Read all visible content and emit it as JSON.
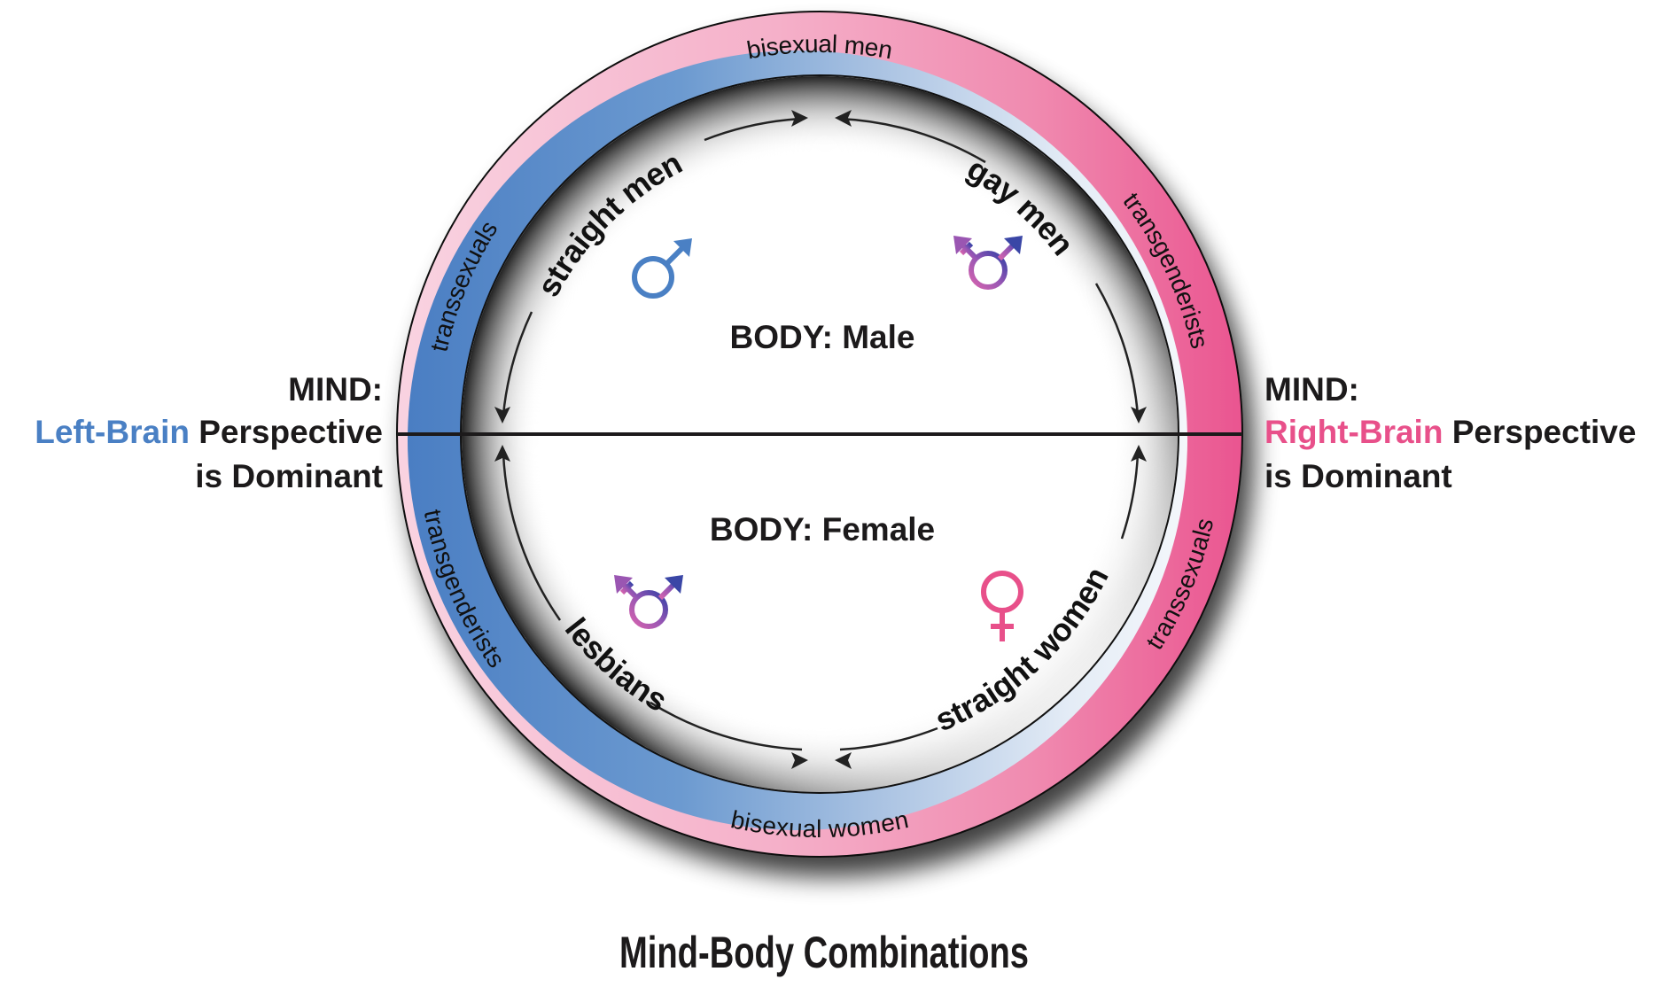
{
  "title": "Mind-Body Combinations",
  "colors": {
    "left_brain": "#4a80c4",
    "right_brain": "#e8508a",
    "male_symbol": "#4a80c4",
    "female_symbol": "#e8508a",
    "trans_symbol_top": "#3a46a6",
    "trans_symbol_bottom": "#cf5fae",
    "band_blue": "#5b8dca",
    "band_pink_light": "#f7c6d8",
    "band_pink_deep": "#ec5c92",
    "text": "#1c1a1b"
  },
  "left_mind": {
    "line1": "MIND:",
    "highlight": "Left-Brain",
    "rest": " Perspective",
    "line3": "is Dominant"
  },
  "right_mind": {
    "line1": "MIND:",
    "highlight": "Right-Brain",
    "rest": " Perspective",
    "line3": "is Dominant"
  },
  "body": {
    "male": "BODY: Male",
    "female": "BODY: Female"
  },
  "band_labels": {
    "top": "bisexual men",
    "bottom": "bisexual women",
    "left_upper": "transsexuals",
    "left_lower": "transgenderists",
    "right_upper": "transgenderists",
    "right_lower": "transsexuals"
  },
  "inner_labels": {
    "upper_left": "straight men",
    "upper_right": "gay men",
    "lower_left": "lesbians",
    "lower_right": "straight women"
  },
  "symbols": {
    "upper_left": "male-symbol",
    "upper_right": "transgender-symbol",
    "lower_left": "transgender-symbol",
    "lower_right": "female-symbol"
  }
}
